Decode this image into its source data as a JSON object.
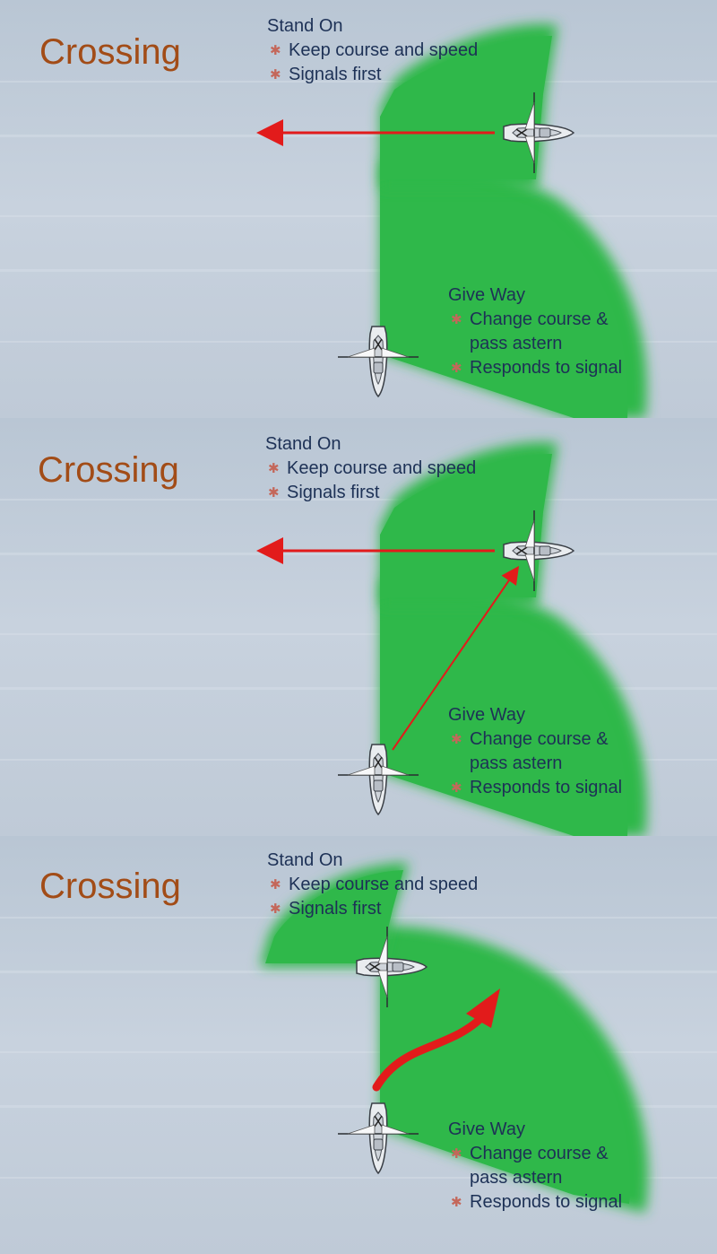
{
  "panels": [
    {
      "title": "Crossing",
      "stand_on": {
        "heading": "Stand On",
        "items": [
          "Keep course and speed",
          "Signals first"
        ]
      },
      "give_way": {
        "heading": "Give Way",
        "items": [
          "Change course &",
          "pass astern",
          "Responds to signal"
        ]
      }
    },
    {
      "title": "Crossing",
      "stand_on": {
        "heading": "Stand On",
        "items": [
          "Keep course and speed",
          "Signals first"
        ]
      },
      "give_way": {
        "heading": "Give Way",
        "items": [
          "Change course &",
          "pass astern",
          "Responds to signal"
        ]
      }
    },
    {
      "title": "Crossing",
      "stand_on": {
        "heading": "Stand On",
        "items": [
          "Keep course and speed",
          "Signals first"
        ]
      },
      "give_way": {
        "heading": "Give Way",
        "items": [
          "Change course &",
          "pass astern",
          "Responds to signal"
        ]
      }
    }
  ],
  "icons": {
    "bullet": "asterisk-icon",
    "boat": "boat-icon"
  },
  "colors": {
    "title": "#a24c17",
    "text": "#1d3156",
    "bullet": "#c4675a",
    "sector": "#2fb84a",
    "arrow": "#e21b1b",
    "water": "#c6d0dc"
  }
}
